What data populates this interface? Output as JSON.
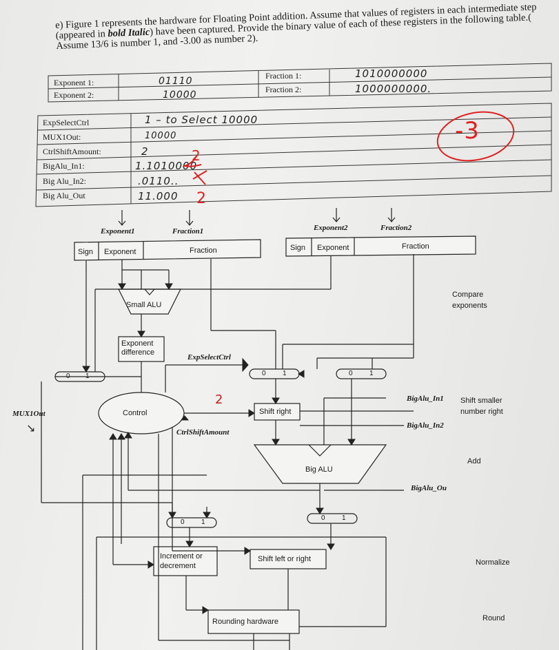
{
  "question": {
    "label": "e)",
    "text_before_bold": "Figure 1 represents the hardware for Floating Point addition. Assume that values of registers in each intermediate step (appeared in ",
    "bold_italic": "bold Italic",
    "text_after_bold": ") have been captured. Provide the binary value of each of these registers in the following table.( Assume 13/6 is number 1, and -3.00 as number 2)."
  },
  "table1": {
    "rows": [
      {
        "label": "Exponent 1:",
        "value": "01110",
        "flabel": "Fraction 1:",
        "fvalue": "1010000000"
      },
      {
        "label": "Exponent 2:",
        "value": "10000",
        "flabel": "Fraction 2:",
        "fvalue": "1000000000."
      }
    ]
  },
  "table2": {
    "rows": [
      {
        "label": "ExpSelectCtrl",
        "value": "1  – to Select 10000"
      },
      {
        "label": "MUX1Out:",
        "value": "10000"
      },
      {
        "label": "CtrlShiftAmount:",
        "value": "2"
      },
      {
        "label": "BigAlu_In1:",
        "value": "1.1010000"
      },
      {
        "label": "Big Alu_In2:",
        "value": ".0110.."
      },
      {
        "label": "Big Alu_Out",
        "value": "11.000"
      }
    ]
  },
  "red_annotations": {
    "circled": "-3",
    "two_a": "2",
    "two_b": "2"
  },
  "diagram": {
    "inputs": [
      "Exponent1",
      "Fraction1",
      "Exponent2",
      "Fraction2"
    ],
    "reg1": {
      "sign": "Sign",
      "exponent": "Exponent",
      "fraction": "Fraction"
    },
    "reg2": {
      "sign": "Sign",
      "exponent": "Exponent",
      "fraction": "Fraction"
    },
    "small_alu": "Small ALU",
    "exp_diff": "Exponent difference",
    "exp_select": "ExpSelectCtrl",
    "mux_labels": [
      "0",
      "1"
    ],
    "control": "Control",
    "shift_right": "Shift right",
    "ctrl_shift_amount": "CtrlShiftAmount",
    "hand_two": "2",
    "big_alu": "Big ALU",
    "inc_dec": "Increment or decrement",
    "shift_lr": "Shift left or right",
    "rounding": "Rounding hardware",
    "mux1out": "MUX1Out",
    "bigalu_in1": "BigAlu_In1",
    "bigalu_in2": "BigAlu_In2",
    "bigalu_out": "BigAlu_Ou",
    "steps": {
      "compare": "Compare exponents",
      "shift": "Shift smaller number right",
      "add": "Add",
      "normalize": "Normalize",
      "round": "Round"
    }
  }
}
